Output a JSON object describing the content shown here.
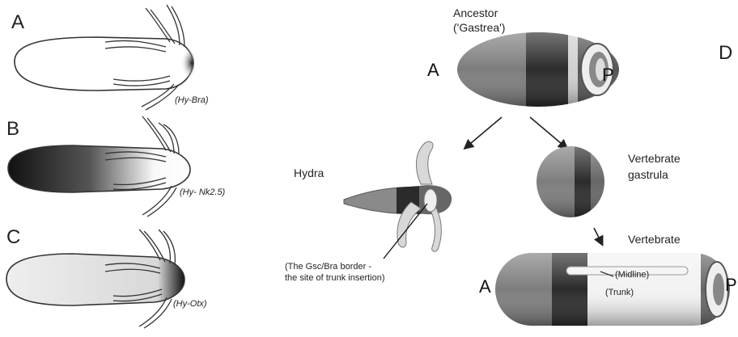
{
  "panels": {
    "a_letter": "A",
    "b_letter": "B",
    "c_letter": "C",
    "d_letter": "D"
  },
  "gene_labels": {
    "bra": "(Hy-Bra)",
    "nk": "(Hy- Nk2.5)",
    "otx": "(Hy-Otx)"
  },
  "ancestor": {
    "title_line1": "Ancestor",
    "title_line2": "('Gastrea')",
    "anterior": "A",
    "posterior": "P"
  },
  "hydra": {
    "label": "Hydra",
    "note_line1": "(The Gsc/Bra border -",
    "note_line2": "the site of trunk insertion)"
  },
  "vertebrate_gastrula": {
    "line1": "Vertebrate",
    "line2": "gastrula"
  },
  "vertebrate": {
    "label": "Vertebrate",
    "midline": "(Midline)",
    "trunk": "(Trunk)",
    "anterior": "A",
    "posterior": "P"
  },
  "colors": {
    "outline": "#333333",
    "light_band": "#cfcfcf",
    "mid_band": "#7d7d7d",
    "dark_band": "#2b2b2b",
    "white_band": "#f2f2f2"
  }
}
